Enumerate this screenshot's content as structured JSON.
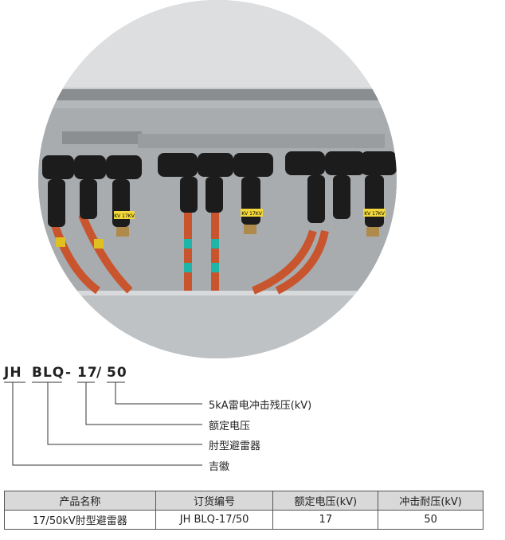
{
  "model": {
    "part_jh": "JH",
    "part_blq": "BLQ",
    "part_dash": "-",
    "part_17": "17",
    "part_slash": "/",
    "part_50": "50"
  },
  "legend": {
    "residual_voltage": "5kA雷电冲击残压(kV)",
    "rated_voltage": "额定电压",
    "elbow_arrester": "肘型避雷器",
    "brand": "吉徽"
  },
  "table": {
    "headers": [
      "产品名称",
      "订货编号",
      "额定电压(kV)",
      "冲击耐压(kV)"
    ],
    "rows": [
      [
        "17/50kV肘型避雷器",
        "JH BLQ-17/50",
        "17",
        "50"
      ]
    ]
  },
  "photo": {
    "label_1": "KV 17KV",
    "label_2": "KV 17KV",
    "label_3": "KV 17KV"
  },
  "colors": {
    "table_header_bg": "#d9d9d9",
    "cable_orange": "#c8552e",
    "sleeve_teal": "#1fb5a8",
    "sleeve_yellow": "#e0c020"
  }
}
